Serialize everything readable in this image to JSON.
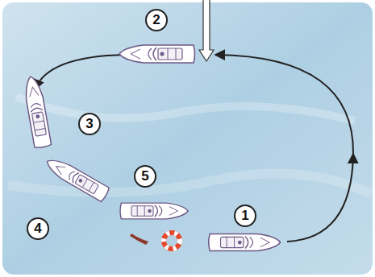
{
  "diagram": {
    "labels": [
      "2",
      "3",
      "5",
      "4",
      "1"
    ]
  }
}
